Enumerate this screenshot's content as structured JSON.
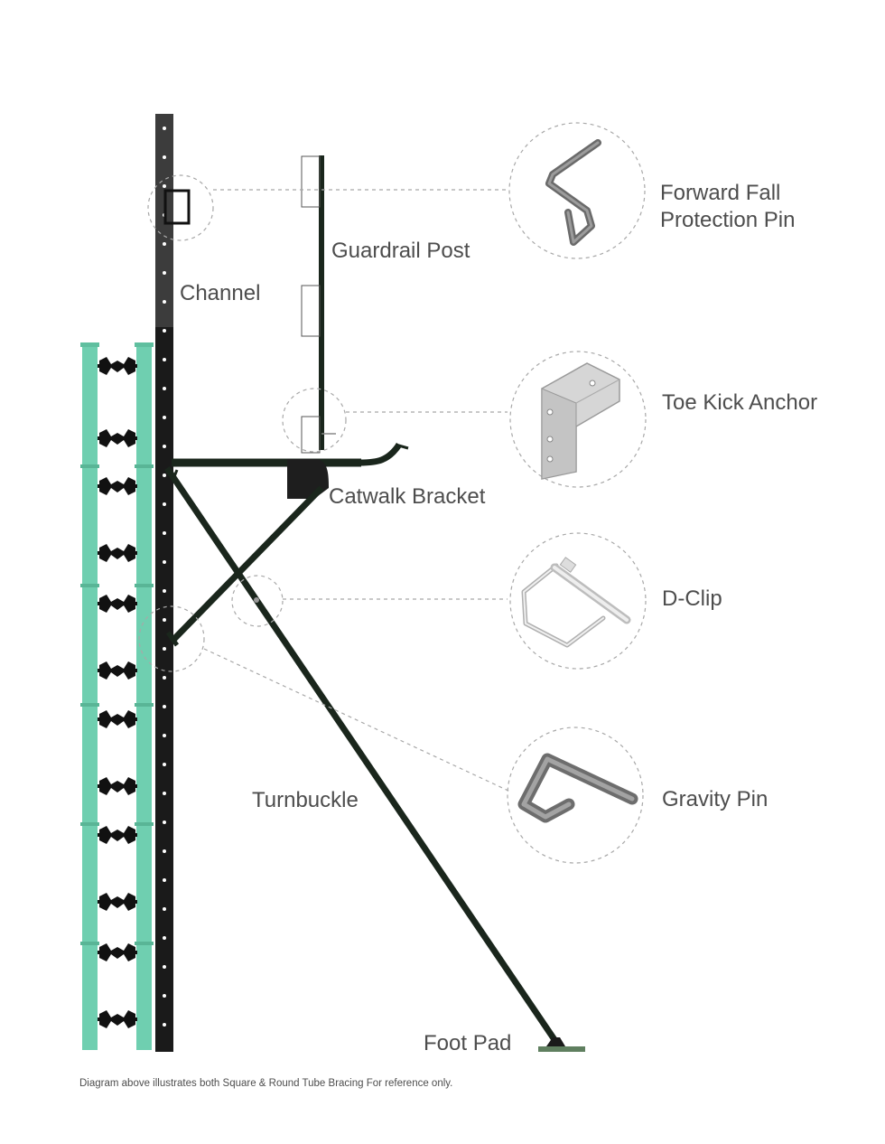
{
  "labels": {
    "forward_fall_line1": "Forward Fall",
    "forward_fall_line2": "Protection Pin",
    "guardrail_post": "Guardrail Post",
    "channel": "Channel",
    "toe_kick_anchor": "Toe Kick Anchor",
    "catwalk_bracket": "Catwalk Bracket",
    "d_clip": "D-Clip",
    "turnbuckle": "Turnbuckle",
    "gravity_pin": "Gravity Pin",
    "foot_pad": "Foot Pad"
  },
  "footnote": "Diagram above illustrates both Square & Round Tube Bracing For reference only.",
  "icons": {
    "forward_fall_pin": "bent-pin-icon",
    "toe_kick_anchor": "angle-bracket-icon",
    "d_clip": "d-clip-icon",
    "gravity_pin": "hook-pin-icon"
  },
  "colors": {
    "formwork_panel": "#6fcfb0",
    "steel": "#1a261c",
    "label_text": "#4d4d4d",
    "leader_line": "#a8a8a8"
  }
}
